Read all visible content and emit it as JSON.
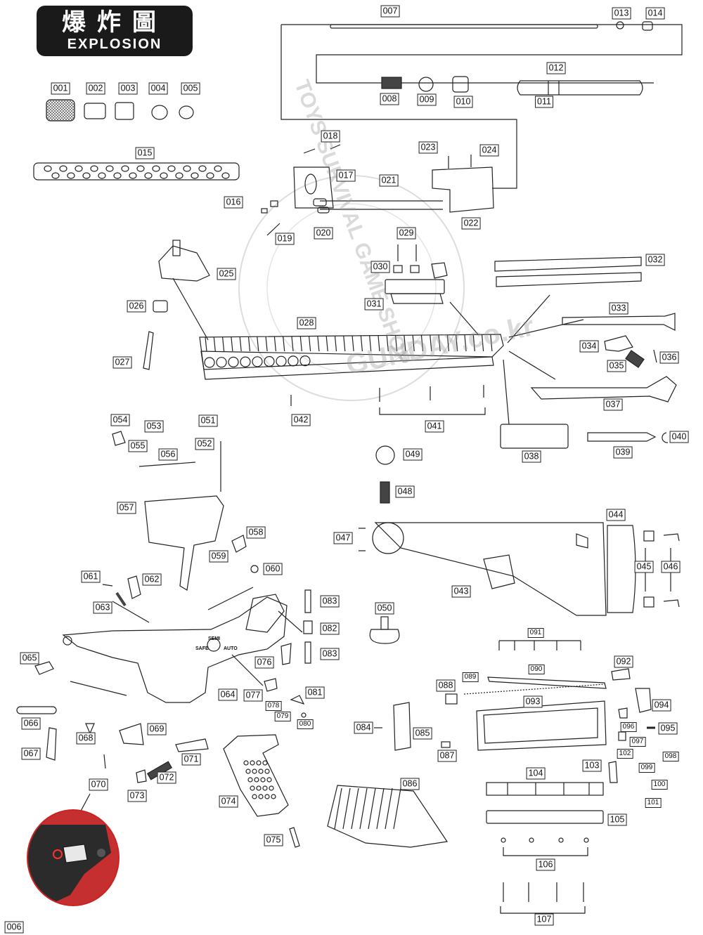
{
  "header": {
    "title_zh": "爆炸圖",
    "title_en": "EXPLOSION"
  },
  "watermark": {
    "ring_text": "TOYS SURVIVAL GAME SHOP",
    "brand": "GUNDAY.co.kr"
  },
  "receiver_markings": {
    "semi": "SEMI",
    "safe": "SAFE",
    "auto": "AUTO"
  },
  "colors": {
    "ink": "#222222",
    "inset_red": "#c62f2f",
    "header_bg": "#1a1a1a"
  },
  "part_labels": [
    "001",
    "002",
    "003",
    "004",
    "005",
    "006",
    "007",
    "008",
    "009",
    "010",
    "011",
    "012",
    "013",
    "014",
    "015",
    "016",
    "017",
    "018",
    "019",
    "020",
    "021",
    "022",
    "023",
    "024",
    "025",
    "026",
    "027",
    "028",
    "029",
    "030",
    "031",
    "032",
    "033",
    "034",
    "035",
    "036",
    "037",
    "038",
    "039",
    "040",
    "041",
    "042",
    "043",
    "044",
    "045",
    "046",
    "047",
    "048",
    "049",
    "050",
    "051",
    "052",
    "053",
    "054",
    "055",
    "056",
    "057",
    "058",
    "059",
    "060",
    "061",
    "062",
    "063",
    "064",
    "065",
    "066",
    "067",
    "068",
    "069",
    "070",
    "071",
    "072",
    "073",
    "074",
    "075",
    "076",
    "077",
    "078",
    "079",
    "080",
    "081",
    "082",
    "083",
    "083",
    "084",
    "085",
    "086",
    "087",
    "088",
    "089",
    "090",
    "091",
    "092",
    "093",
    "094",
    "095",
    "096",
    "097",
    "098",
    "099",
    "100",
    "101",
    "102",
    "103",
    "104",
    "105",
    "106",
    "107"
  ]
}
